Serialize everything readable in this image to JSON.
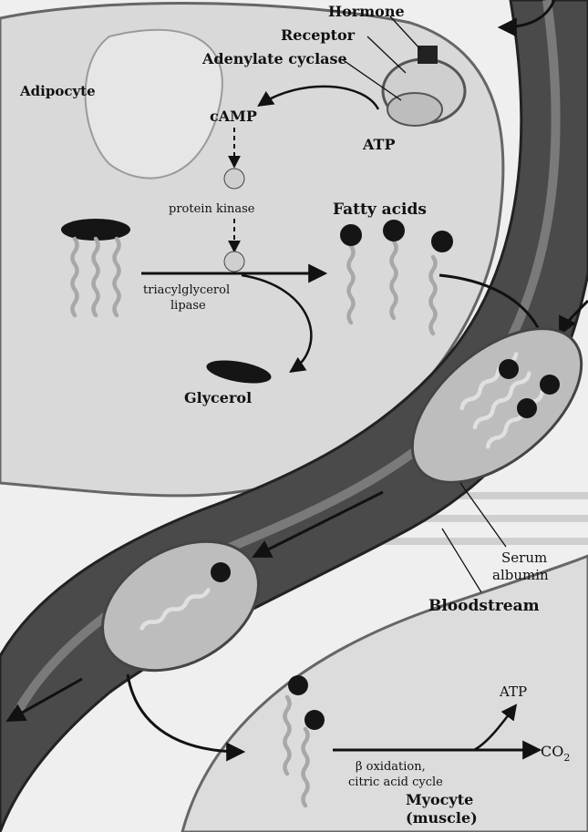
{
  "labels": {
    "hormone": "Hormone",
    "receptor": "Receptor",
    "adenylate_cyclase": "Adenylate cyclase",
    "adipocyte": "Adipocyte",
    "camp": "cAMP",
    "atp_top": "ATP",
    "protein_kinase": "protein kinase",
    "fatty_acids": "Fatty acids",
    "lipase_line1": "triacylglycerol",
    "lipase_line2": "lipase",
    "glycerol": "Glycerol",
    "serum": "Serum",
    "albumin": "albumin",
    "bloodstream": "Bloodstream",
    "atp_bottom": "ATP",
    "beta_oxidation": "β oxidation,",
    "citric_acid_cycle": "citric acid cycle",
    "co2": "CO",
    "co2_sub": "2",
    "myocyte": "Myocyte",
    "muscle": "(muscle)"
  },
  "colors": {
    "cell_fill": "#d9d9d9",
    "vessel_fill": "#4a4a4a",
    "albumin_fill": "#bdbdbd",
    "head_fill": "#151515",
    "tail_stroke": "#a8a8a8"
  }
}
